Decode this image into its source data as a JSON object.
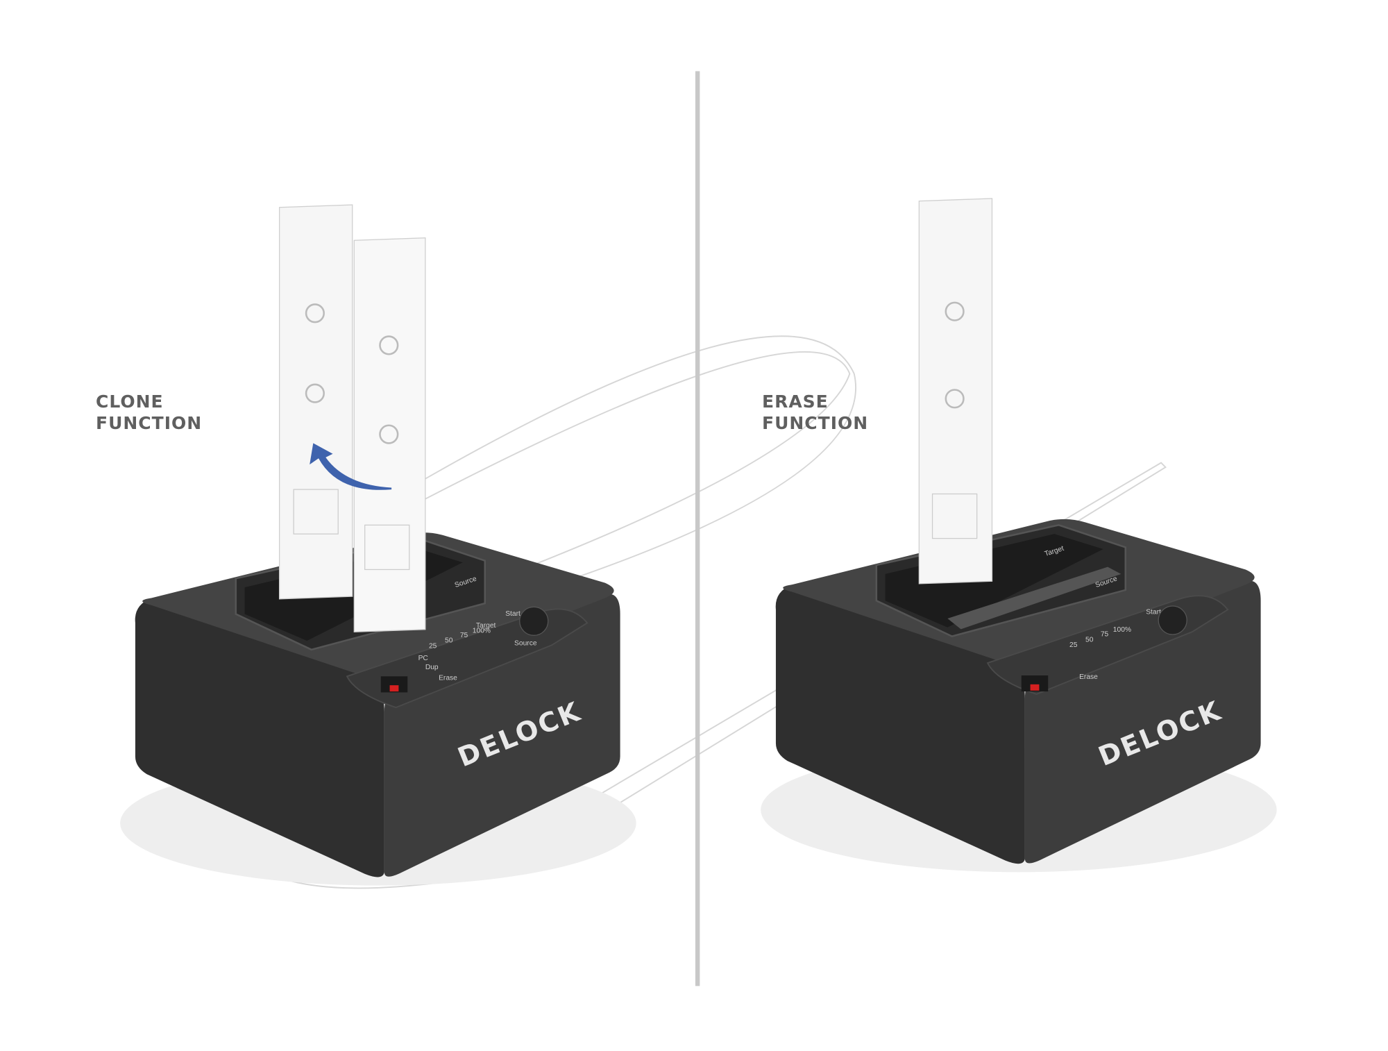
{
  "left_panel": {
    "title_line1": "CLONE",
    "title_line2": "FUNCTION",
    "arrow_color": "#3f63ad"
  },
  "right_panel": {
    "title_line1": "ERASE",
    "title_line2": "FUNCTION"
  },
  "device": {
    "brand": "DELOCK",
    "body_color": "#3a3a3a",
    "slot_labels": {
      "target": "Target",
      "source": "Source"
    },
    "panel": {
      "start": "Start",
      "progress": [
        "25",
        "50",
        "75",
        "100%"
      ],
      "modes": [
        "PC",
        "Dup",
        "Erase"
      ],
      "source_led": "Source",
      "target_led": "Target"
    },
    "switch_color": "#d42020"
  },
  "divider_color": "#c8c8c8"
}
